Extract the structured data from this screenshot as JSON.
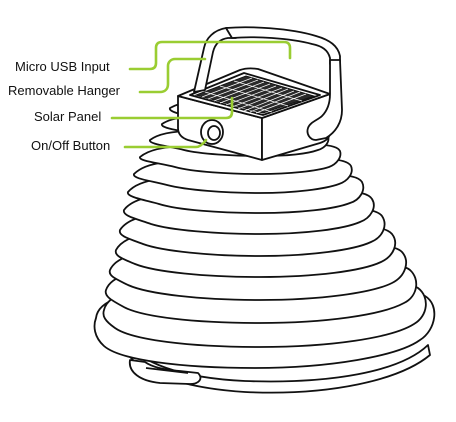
{
  "diagram": {
    "callouts": [
      {
        "id": "micro-usb-input",
        "label": "Micro USB Input"
      },
      {
        "id": "removable-hanger",
        "label": "Removable Hanger"
      },
      {
        "id": "solar-panel",
        "label": "Solar Panel"
      },
      {
        "id": "on-off-button",
        "label": "On/Off Button"
      }
    ],
    "colors": {
      "leader_line": "#9acd32",
      "outline": "#111111",
      "panel_cell": "#2a2a2a",
      "background": "#ffffff"
    }
  }
}
